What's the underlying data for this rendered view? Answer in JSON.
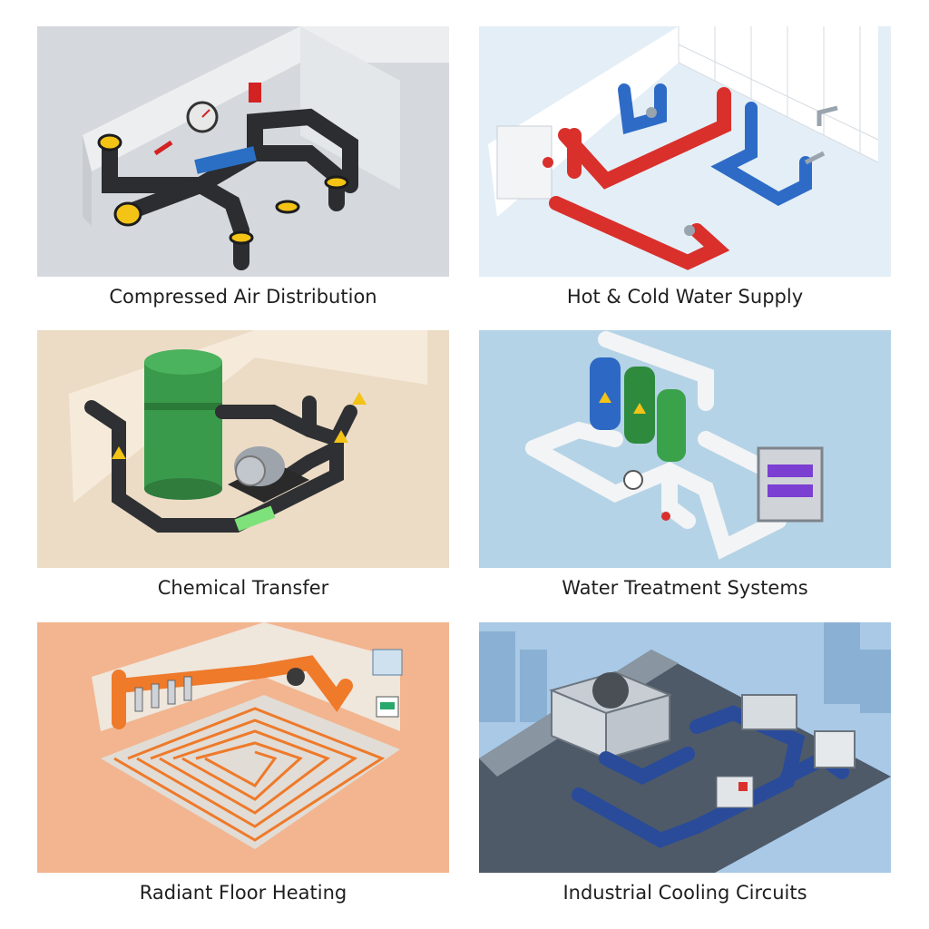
{
  "panels": [
    {
      "caption": "Compressed Air Distribution",
      "background": "#d5d9de",
      "pipe_color": "#2b2d31",
      "accent_color": "#f3c316"
    },
    {
      "caption": "Hot & Cold Water Supply",
      "background": "#e4eef6",
      "pipe_color": "#d9302c",
      "accent_color": "#2d6bc7"
    },
    {
      "caption": "Chemical Transfer",
      "background": "#ecdcc6",
      "pipe_color": "#2e3033",
      "accent_color": "#3a9a4b"
    },
    {
      "caption": "Water Treatment Systems",
      "background": "#b5d3e6",
      "pipe_color": "#f2f4f6",
      "accent_color": "#2e8b3d"
    },
    {
      "caption": "Radiant Floor Heating",
      "background": "#f2b58f",
      "pipe_color": "#ee7a2a",
      "accent_color": "#2a2a2a"
    },
    {
      "caption": "Industrial Cooling Circuits",
      "background": "#4e5a68",
      "pipe_color": "#2a4b9a",
      "accent_color": "#a9c9e6"
    }
  ]
}
